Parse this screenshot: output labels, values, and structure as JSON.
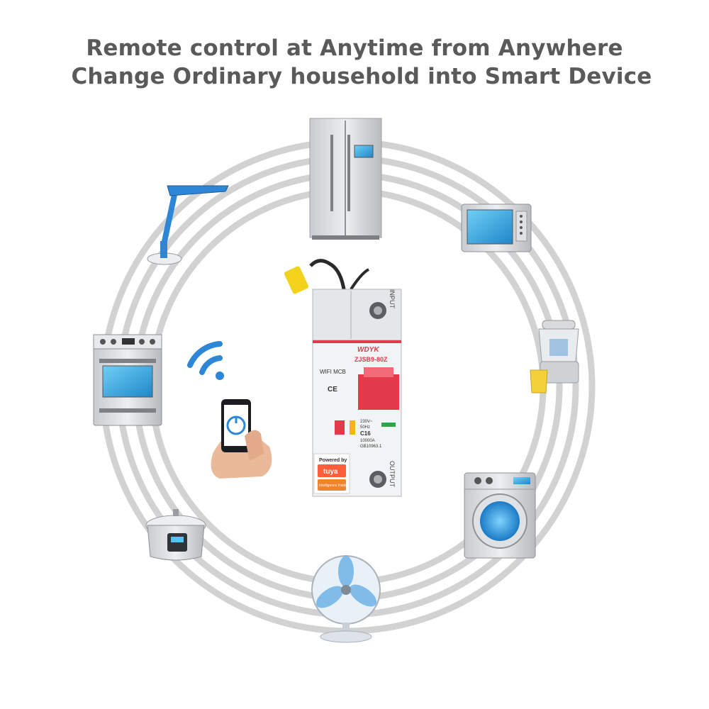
{
  "headline": {
    "line1": "Remote control at Anytime from Anywhere",
    "line2": "Change Ordinary household into Smart Device"
  },
  "breaker": {
    "brand": "WDYK",
    "model": "ZJSB9-80Z",
    "product_name": "WIFI MCB",
    "input_label": "INPUT",
    "output_label": "OUTPUT",
    "voltage": "230V~",
    "frequency": "50Hz",
    "rating": "C16",
    "breaking_capacity": "10000A",
    "standard": "GB10963.1",
    "powered_by": "Powered by",
    "tuya": "tuya",
    "tuya_sub": "Intelligence Inside"
  },
  "phone": {
    "icon": "power-icon"
  },
  "colors": {
    "ring": "#d2d2d2",
    "accent_blue": "#2e86d6",
    "handle_red": "#e23a4b"
  },
  "icons": [
    "refrigerator-icon",
    "microwave-icon",
    "juicer-icon",
    "washing-machine-icon",
    "fan-icon",
    "rice-cooker-icon",
    "oven-icon",
    "desk-lamp-icon",
    "wifi-icon"
  ]
}
